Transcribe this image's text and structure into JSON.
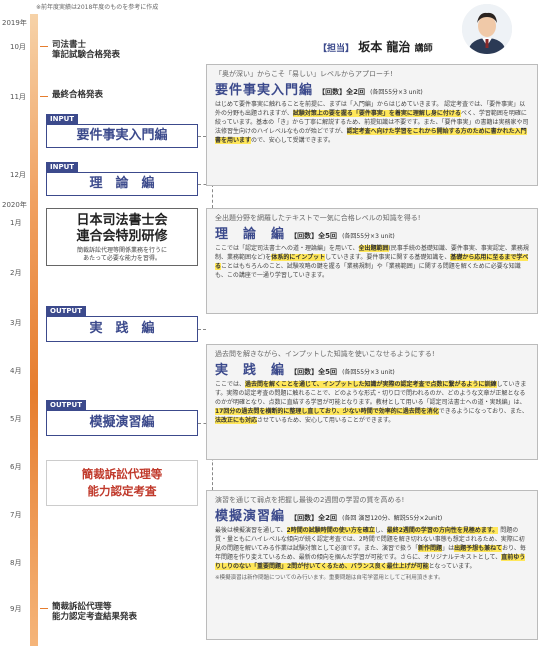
{
  "note_top": "※前年度実績は2018年度のものを参考に作成",
  "years": {
    "y2019": "2019年",
    "y2020": "2020年"
  },
  "months": [
    "10月",
    "11月",
    "12月",
    "1月",
    "2月",
    "3月",
    "4月",
    "5月",
    "6月",
    "7月",
    "8月",
    "9月"
  ],
  "events": {
    "written_exam": "司法書士\n筆記試験合格発表",
    "final_pass": "最終合格発表",
    "summary_result": "簡裁訴訟代理等\n能力認定考査結果発表"
  },
  "courses": {
    "req_tag": "INPUT",
    "req_label": "要件事実入門編",
    "theory_tag": "INPUT",
    "theory_label": "理　論　編",
    "practice_tag": "OUTPUT",
    "practice_label": "実　践　編",
    "mock_tag": "OUTPUT",
    "mock_label": "模擬演習編"
  },
  "special": {
    "title1": "日本司法書士会",
    "title2": "連合会特別研修",
    "desc1": "簡裁訴訟代理等関係業務を行うに",
    "desc2": "あたって必要な能力を習得。"
  },
  "red_box": {
    "line1": "簡裁訴訟代理等",
    "line2": "能力認定考査"
  },
  "instructor": {
    "role": "【担当】",
    "name": "坂本 龍治",
    "title": "講師"
  },
  "panels": {
    "req": {
      "lead": "「奥が深い」からこそ「易しい」レベルからアプローチ!",
      "title": "要件事実入門編",
      "meta_count": "【回数】全2回",
      "meta_detail": "(各回55分×3 unit)",
      "body1": "はじめて要件事実に触れることを前提に、まずは「入門編」からはじめていきます。",
      "body2": "認定考査では、「要件事実」以外の分野も出題されますが、",
      "hl1": "試験対策上の要を握る「要件事実」を着実に理解し身に付ける",
      "body3": "べく、学習範囲を明確に絞っています。基本の「き」から丁寧に解説するため、前提知識は不要です。また、「要件事実」の書籍は実務家や司法修習生向けのハイレベルなものが殆どですが、",
      "hl2": "認定考査へ向けた学習をこれから開始する方のために書かれた入門書を用います",
      "body4": "ので、安心して受講できます。"
    },
    "theory": {
      "lead": "全出題分野を網羅したテキストで一気に合格レベルの知識を得る!",
      "title": "理　論　編",
      "meta_count": "【回数】全5回",
      "meta_detail": "(各回55分×3 unit)",
      "body1": "ここでは「認定司法書士への道・理論編」を用いて、",
      "hl1": "全出題範囲",
      "body2": "(民事手続の基礎知識、要件事実、事実認定、業務規制、業務範囲など)を",
      "hl2": "体系的にインプット",
      "body3": "していきます。要件事実に関する基礎知識を、",
      "hl3": "基礎から応用に至るまで学べる",
      "body4": "ことはもちろんのこと、試験攻略の鍵を握る「業務規制」や「業務範囲」に関する問題を解くために必要な知識も、この講座で一通り学習していきます。"
    },
    "practice": {
      "lead": "過去問を解きながら、インプットした知識を使いこなせるようにする!",
      "title": "実　践　編",
      "meta_count": "【回数】全5回",
      "meta_detail": "(各回55分×3 unit)",
      "body1": "ここでは、",
      "hl1": "過去問を解くことを通じて、インプットした知識が実際の認定考査で点数に繋がるように訓練",
      "body2": "していきます。実際の認定考査の問題に触れることで、どのような形式・切り口で問われるのか、どのような文章が正解となるのかが明確となり、点数に直結する学習が可能となります。教材として用いる「認定司法書士への道・実践編」は、",
      "hl2": "17回分の過去問を横断的に整理し直しており、少ない時間で効率的に過去問を消化",
      "body3": "できるようになっており、また、",
      "hl3": "法改正にも対応",
      "body4": "させているため、安心して用いることができます。"
    },
    "mock": {
      "lead": "演習を通じて弱点を把握し最後の2週間の学習の質を高める!",
      "title": "模擬演習編",
      "meta_count": "【回数】全2回",
      "meta_detail": "(各回 演習120分、解説55分×2unit)",
      "body1": "最後は模擬演習を通して、",
      "hl1": "2時間の試験時間の使い方を確立",
      "body2": "し、",
      "hl2": "最終2週間の学習の方向性を見極めます。",
      "body3": "問題の質・量ともにハイレベルな傾向が続く認定考査では、2時間で問題を解き切れない事態も想定されるため、実際に初見の問題を解いてみる作業は試験対策として必須です。また、演習で扱う「",
      "hl3": "新作問題",
      "body4": "」は",
      "hl4": "出題予想も兼ねて",
      "body5": "おり、毎年問題を作り変えているため、最新の傾向を掴んだ学習が可能です。さらに、オリジナルテキストとして、",
      "hl5": "直前ゆうりしりのない「重要問題」2問が付いてくるため、バランス良く最仕上げが可能",
      "body6": "となっています。",
      "foot": "※模擬演習は新作問題についてのみ行います。重要問題は自宅学習用としてご利用頂きます。"
    }
  }
}
